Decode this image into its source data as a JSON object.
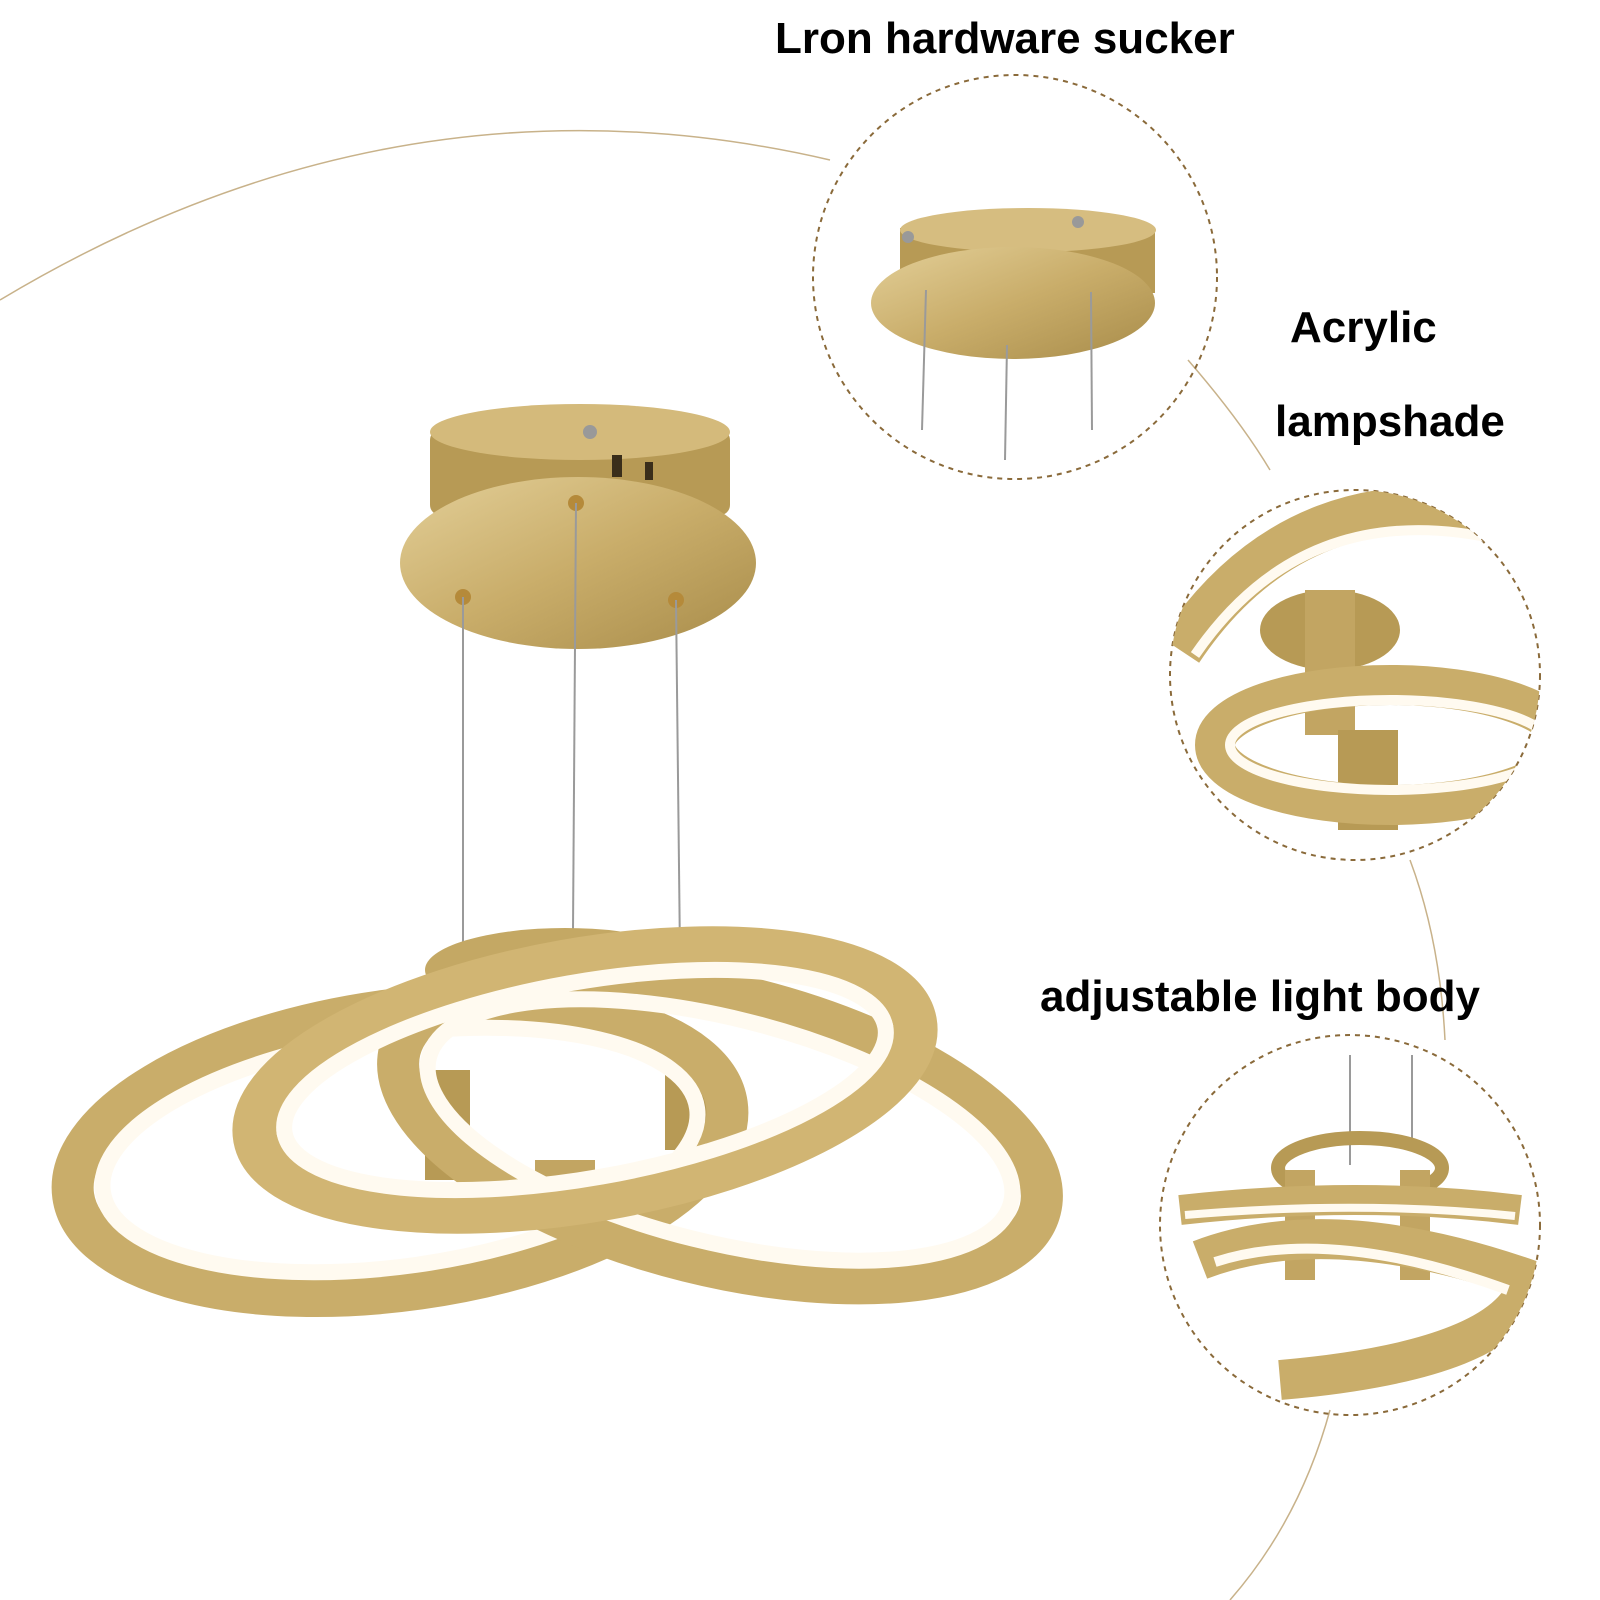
{
  "callouts": {
    "sucker": "Lron hardware sucker",
    "acrylic": "Acrylic",
    "lampshade": "lampshade",
    "body": "adjustable light body"
  },
  "colors": {
    "gold": "#c9ad6a",
    "gold_dark": "#a88c4a",
    "gold_light": "#e3cf98",
    "glow": "#fffaf0",
    "dashed_circle": "#8a6a3a"
  }
}
